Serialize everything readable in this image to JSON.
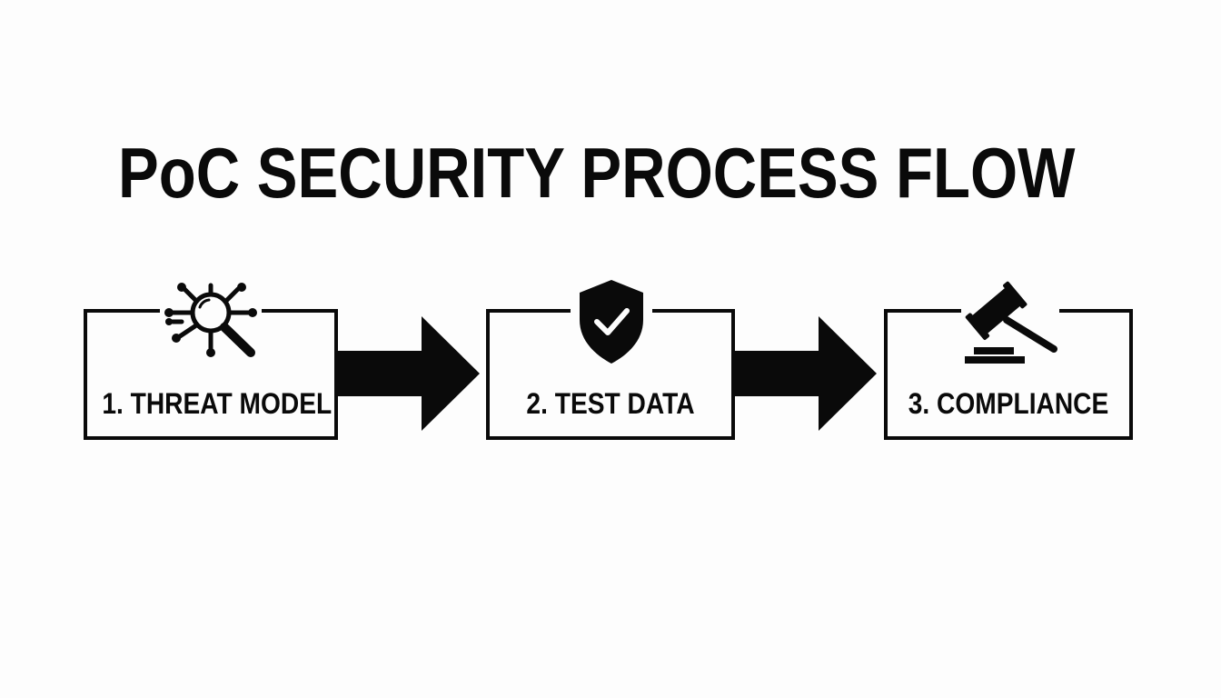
{
  "title": "PoC SECURITY PROCESS FLOW",
  "steps": [
    {
      "label": "1. THREAT MODEL",
      "icon": "magnifier-network-icon"
    },
    {
      "label": "2. TEST DATA",
      "icon": "shield-check-icon"
    },
    {
      "label": "3. COMPLIANCE",
      "icon": "gavel-icon"
    }
  ],
  "colors": {
    "background": "#fdfdfd",
    "ink": "#0a0a0a"
  }
}
